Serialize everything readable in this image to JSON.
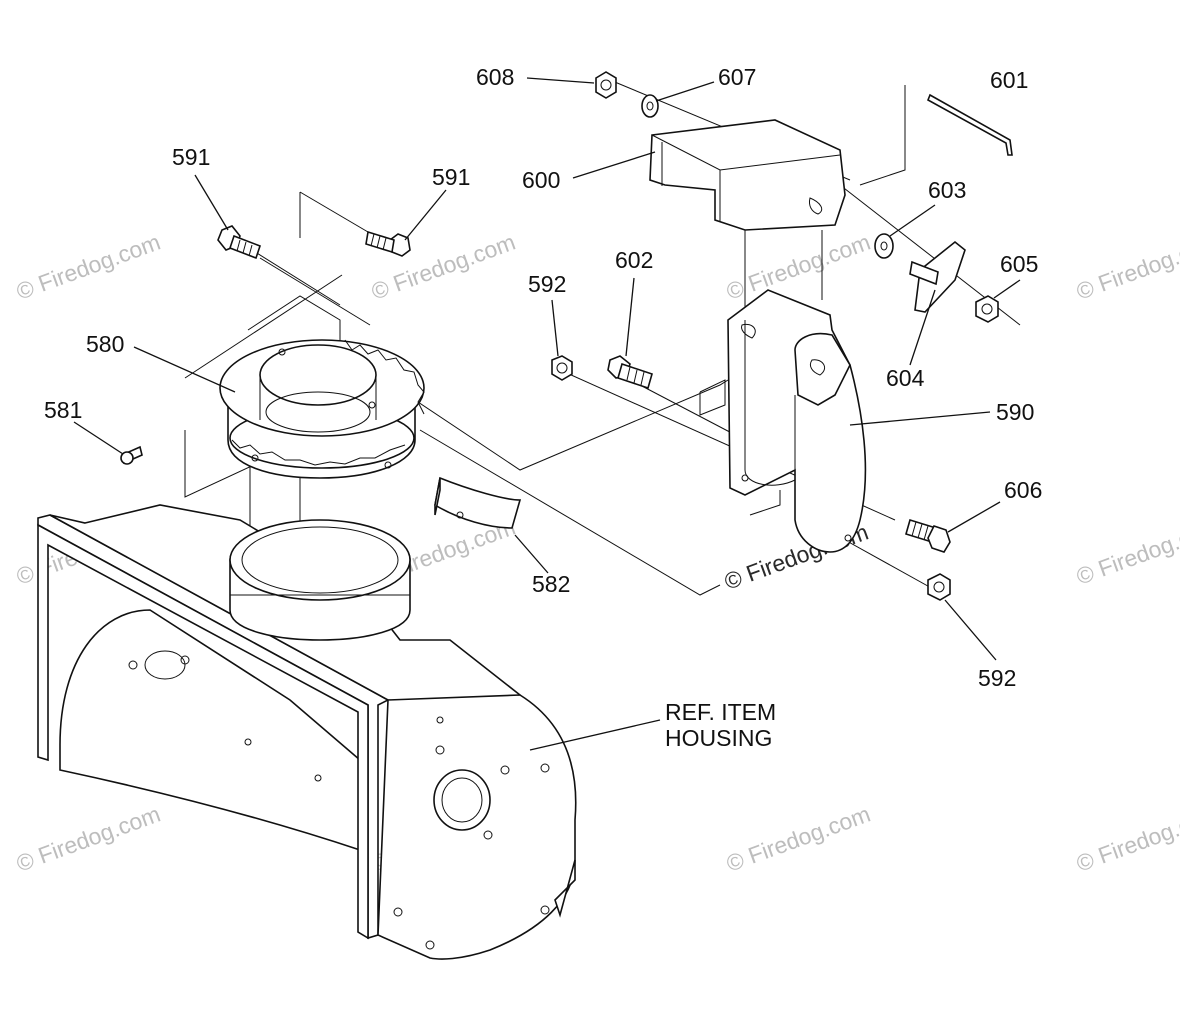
{
  "diagram": {
    "callouts": {
      "c608": "608",
      "c607": "607",
      "c601": "601",
      "c591a": "591",
      "c591b": "591",
      "c600": "600",
      "c603": "603",
      "c602": "602",
      "c592a": "592",
      "c605": "605",
      "c580": "580",
      "c604": "604",
      "c590": "590",
      "c581": "581",
      "c606": "606",
      "c582": "582",
      "c592b": "592"
    },
    "ref_item": {
      "line1": "REF. ITEM",
      "line2": "HOUSING"
    },
    "watermark": {
      "text": "© Firedog.com",
      "center_text": "© Firedog.com"
    }
  }
}
